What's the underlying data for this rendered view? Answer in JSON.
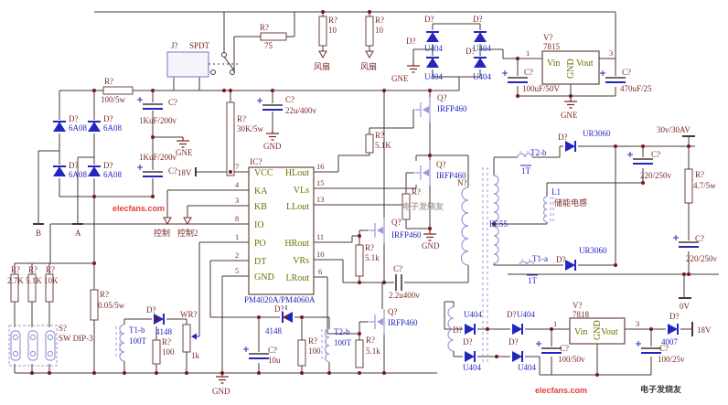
{
  "watermarks": {
    "center_brand": "elecfans.com",
    "center_cn": "电子发烧友",
    "bottom_brand": "elecfans.com",
    "bottom_cn": "电子发烧友"
  },
  "ac_input": {
    "d1_ref": "D?",
    "d1_val": "6A08",
    "d2_ref": "D?",
    "d2_val": "6A08",
    "d3_ref": "D?",
    "d3_val": "6A08",
    "d4_ref": "D?",
    "d4_val": "6A08",
    "term_b": "B",
    "term_a": "A"
  },
  "soft_start": {
    "relay_ref": "J?",
    "relay_type": "SPDT",
    "r_limit_ref": "R?",
    "r_limit_val": "100/5w",
    "r75_ref": "R?",
    "r75_val": "75"
  },
  "fans": {
    "r1_ref": "R?",
    "r1_val": "10",
    "fan1": "风扇",
    "r2_ref": "R?",
    "r2_val": "10",
    "fan2": "风扇"
  },
  "bus": {
    "c1_ref": "C?",
    "c1_val": "1KuF/200v",
    "c2_ref": "C?",
    "c2_val": "1KuF/200v",
    "gne": "GNE",
    "r_start_ref": "R?",
    "r_start_val": "30K/5w",
    "c_snub_ref": "C?",
    "c_snub_val": "22u/400v",
    "gnd": "GND"
  },
  "aux_rect": {
    "d1_ref": "D?",
    "d1_val": "U404",
    "d2_ref": "D?",
    "d2_val": "U404",
    "d3_ref": "D?",
    "d3_val": "U404",
    "d4_ref": "D?",
    "d4_val": "U404",
    "gne": "GNE"
  },
  "reg15": {
    "ref": "V?",
    "part": "7815",
    "pin_in": "1",
    "pin_out": "3",
    "vin": "Vin",
    "gnd": "GND",
    "vout": "Vout",
    "cin_ref": "C?",
    "cin_val": "100uF/50V",
    "cout_ref": "C?",
    "cout_val": "470uF/25",
    "gne": "GNE"
  },
  "controller": {
    "ref": "IC?",
    "part": "PM4020A/PM4060A",
    "supply": "18V",
    "left_pins": [
      {
        "num": "7",
        "name": "VCC"
      },
      {
        "num": "4",
        "name": "KA"
      },
      {
        "num": "3",
        "name": "KB"
      },
      {
        "num": "8",
        "name": "IO"
      },
      {
        "num": "1",
        "name": "PO"
      },
      {
        "num": "2",
        "name": "DT"
      },
      {
        "num": "5",
        "name": "GND"
      }
    ],
    "right_pins": [
      {
        "num": "16",
        "name": "HLout"
      },
      {
        "num": "15",
        "name": "VLs"
      },
      {
        "num": "13",
        "name": "LLout"
      },
      {
        "num": "11",
        "name": "HRout"
      },
      {
        "num": "10",
        "name": "VRs"
      },
      {
        "num": "6",
        "name": "LRout"
      }
    ],
    "ctrl1": "控制",
    "ctrl2": "控制2"
  },
  "power_stage": {
    "q1_ref": "Q?",
    "q1_val": "IRFP460",
    "q2_ref": "Q?",
    "q2_val": "IRFP460",
    "q3_ref": "Q?",
    "q3_val": "IRFP460",
    "q4_ref": "Q?",
    "q4_val": "IRFP460",
    "rg1_ref": "R?",
    "rg1_val": "5.1K",
    "rg2_ref": "R?",
    "rg3_ref": "R?",
    "rg3_val": "5.1k",
    "rg4_ref": "R?",
    "rg4_val": "5.1k",
    "gnd": "GND",
    "c_dc_ref": "C?",
    "c_dc_val": "2.2u400v"
  },
  "transformer": {
    "ref": "N?",
    "core": "EE55"
  },
  "output": {
    "ct_top_ref": "T2-b",
    "ct_top_val": "1T",
    "d_top_ref": "D?",
    "d_top_val": "UR3060",
    "l1_ref": "L1",
    "l1_name": "储能电感",
    "ct_bot_ref": "T1-a",
    "ct_bot_val": "1T",
    "d_bot_ref": "D?",
    "d_bot_val": "UR3060",
    "c1_ref": "C?",
    "c1_val": "220/250v",
    "c2_ref": "C?",
    "c2_val": "220/250v",
    "r_ref": "R?",
    "r_val": "4.7/5w",
    "v_out": "30v/30AV",
    "zero": "0V"
  },
  "feedback": {
    "r_div1_ref": "R?",
    "r_div1_val": "2.7K",
    "r_div2_ref": "R?",
    "r_div2_val": "5.1K",
    "r_div3_ref": "R?",
    "r_div3_val": "10K",
    "dip_ref": "S?",
    "dip_val": "SW DIP-3",
    "r_sense_ref": "R?",
    "r_sense_val": "0.05/5w",
    "t1b_ref": "T1-b",
    "t1b_val": "100T",
    "d1_ref": "D?",
    "d1_val": "4148",
    "r1_ref": "R?",
    "r1_val": "100",
    "pot_ref": "WR?",
    "pot_val": "1k",
    "gnd": "GND",
    "c_ref": "C?",
    "c_val": "10u",
    "d2_ref": "D?",
    "d2_val": "4148",
    "r2_ref": "R?",
    "r2_val": "100",
    "t2b_ref": "T2-b",
    "t2b_val": "100T"
  },
  "reg18": {
    "d1_ref": "D?",
    "d1_val": "U404",
    "d2_ref": "D?",
    "d2_val": "U404",
    "d3_ref": "D?",
    "d3_val": "U404",
    "d4_ref": "D?",
    "d4_val": "U404",
    "ref": "V?",
    "part": "7818",
    "pin_in": "1",
    "pin_out": "3",
    "vin": "Vin",
    "gnd": "GND",
    "vout": "Vout",
    "cin_ref": "C?",
    "cin_val": "100/50v",
    "cout_ref": "C?",
    "cout_val": "100/25v",
    "d_out_ref": "D?",
    "d_out_val": "4007",
    "v_out": "18V"
  }
}
